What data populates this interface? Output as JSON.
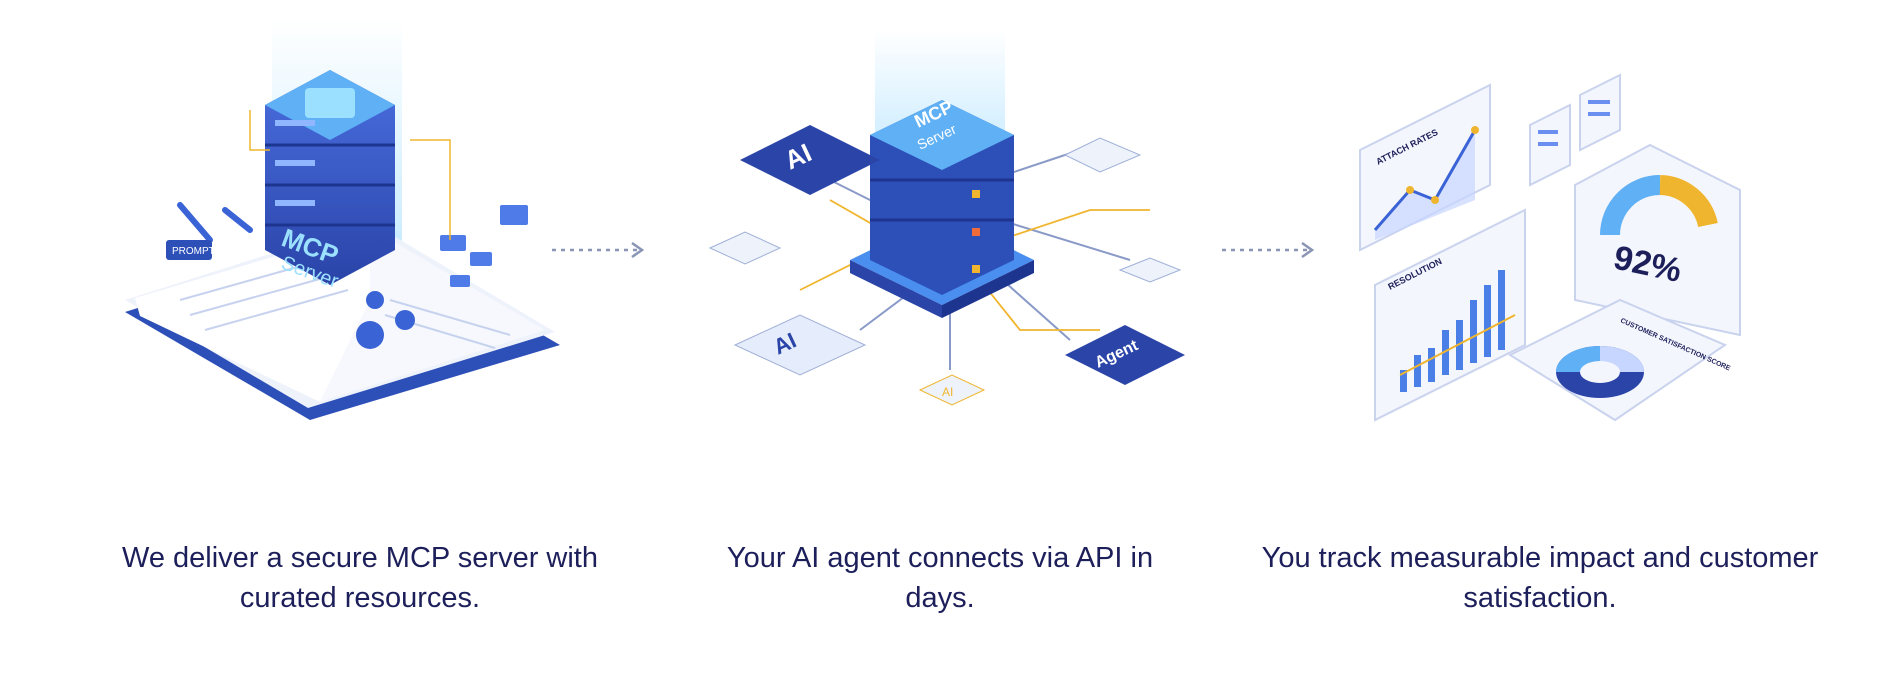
{
  "steps": [
    {
      "caption": "We deliver a secure MCP server with curated resources.",
      "art": {
        "server_label_1": "MCP",
        "server_label_2": "Server",
        "tag_label": "PROMPTS"
      }
    },
    {
      "caption": "Your AI agent connects via API in days.",
      "art": {
        "server_label_1": "MCP",
        "server_label_2": "Server",
        "ai_label": "AI",
        "agent_label": "Agent"
      }
    },
    {
      "caption": "You track measurable impact and customer satisfaction.",
      "art": {
        "card1_label": "ATTACH RATES",
        "card2_label": "RESOLUTION",
        "gauge_value": "92%",
        "card4_label": "CUSTOMER SATISFACTION SCORE"
      }
    }
  ],
  "colors": {
    "text": "#1d1f5a",
    "primary_blue": "#2c4fb8",
    "light_blue": "#5fb0f5",
    "accent_yellow": "#f0b52e",
    "arrow": "#8a95b5"
  }
}
